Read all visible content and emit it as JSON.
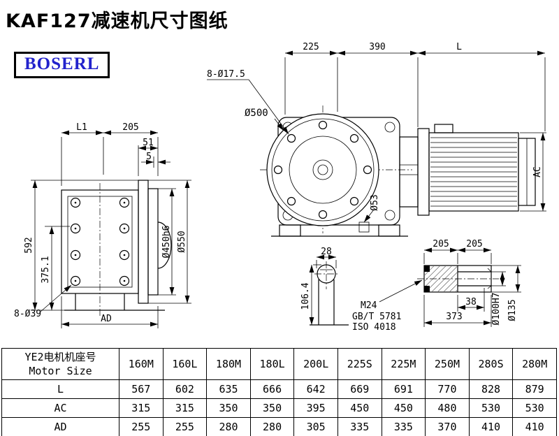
{
  "page": {
    "title": "KAF127减速机尺寸图纸"
  },
  "logo": {
    "text": "BOSERL"
  },
  "drawing": {
    "front_view": {
      "dim_225": "225",
      "dim_390": "390",
      "dim_l": "L",
      "bolt_note": "8-Ø17.5",
      "dia_flange": "Ø500",
      "dia_shaft": "Ø53",
      "dim_ac": "AC"
    },
    "side_view": {
      "dim_l1": "L1",
      "dim_205": "205",
      "dim_51": "51",
      "dim_5": "5",
      "dim_592": "592",
      "dim_375": "375.1",
      "dia_spigot": "Ø450h6",
      "dia_flange": "Ø550",
      "bolt_note": "8-Ø39",
      "dim_ad": "AD"
    },
    "shaft_end_view": {
      "dim_28": "28",
      "dim_106": "106.4"
    },
    "shaft_detail": {
      "dim_205a": "205",
      "dim_205b": "205",
      "dim_38": "38",
      "dim_373": "373",
      "dia_bore": "Ø100H7",
      "dia_outer": "Ø135",
      "thread": "M24",
      "standard_gb": "GB/T 5781",
      "standard_iso": "ISO 4018"
    }
  },
  "table": {
    "header_cn": "YE2电机机座号",
    "header_en": "Motor Size",
    "columns": [
      "160M",
      "160L",
      "180M",
      "180L",
      "200L",
      "225S",
      "225M",
      "250M",
      "280S",
      "280M"
    ],
    "rows": [
      {
        "label": "L",
        "values": [
          567,
          602,
          635,
          666,
          642,
          669,
          691,
          770,
          828,
          879
        ]
      },
      {
        "label": "AC",
        "values": [
          315,
          315,
          350,
          350,
          395,
          450,
          450,
          480,
          530,
          530
        ]
      },
      {
        "label": "AD",
        "values": [
          255,
          255,
          280,
          280,
          305,
          335,
          335,
          370,
          410,
          410
        ]
      }
    ]
  }
}
